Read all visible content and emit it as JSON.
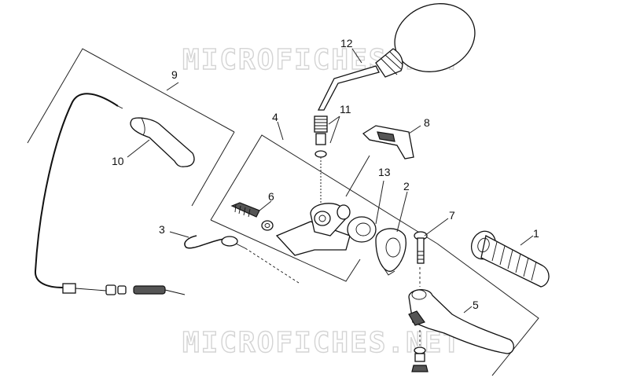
{
  "watermark": {
    "text": "MICROFICHES.NET"
  },
  "callouts": [
    {
      "id": "1",
      "text": "1"
    },
    {
      "id": "2",
      "text": "2"
    },
    {
      "id": "3",
      "text": "3"
    },
    {
      "id": "4",
      "text": "4"
    },
    {
      "id": "5",
      "text": "5"
    },
    {
      "id": "6",
      "text": "6"
    },
    {
      "id": "7",
      "text": "7"
    },
    {
      "id": "8",
      "text": "8"
    },
    {
      "id": "9",
      "text": "9"
    },
    {
      "id": "10",
      "text": "10"
    },
    {
      "id": "11",
      "text": "11"
    },
    {
      "id": "12",
      "text": "12"
    },
    {
      "id": "13",
      "text": "13"
    }
  ]
}
